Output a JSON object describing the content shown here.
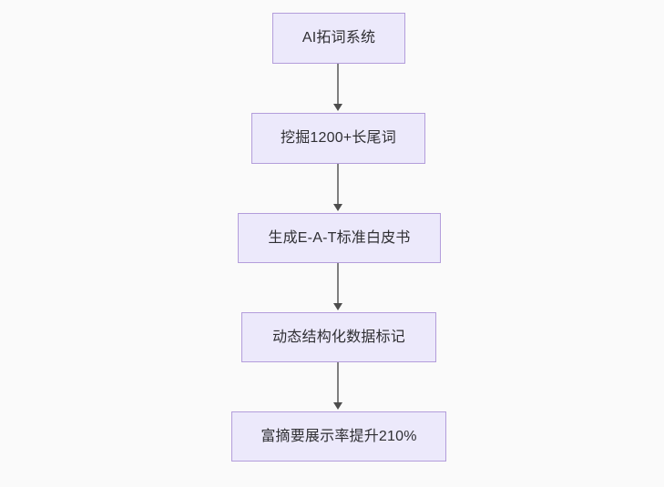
{
  "diagram": {
    "type": "flowchart",
    "direction": "top-to-bottom",
    "background_color": "#fafafa",
    "node_fill_color": "#ece9fb",
    "node_border_color": "#b39ddb",
    "node_text_color": "#2f2f33",
    "edge_color": "#7f7f7f",
    "arrowhead_color": "#4d4d4d",
    "nodes": [
      {
        "id": "n1",
        "label": "AI拓词系统"
      },
      {
        "id": "n2",
        "label": "挖掘1200+长尾词"
      },
      {
        "id": "n3",
        "label": "生成E-A-T标准白皮书"
      },
      {
        "id": "n4",
        "label": "动态结构化数据标记"
      },
      {
        "id": "n5",
        "label": "富摘要展示率提升210%"
      }
    ],
    "edges": [
      {
        "from": "n1",
        "to": "n2",
        "label": ""
      },
      {
        "from": "n2",
        "to": "n3",
        "label": ""
      },
      {
        "from": "n3",
        "to": "n4",
        "label": ""
      },
      {
        "from": "n4",
        "to": "n5",
        "label": ""
      }
    ]
  }
}
